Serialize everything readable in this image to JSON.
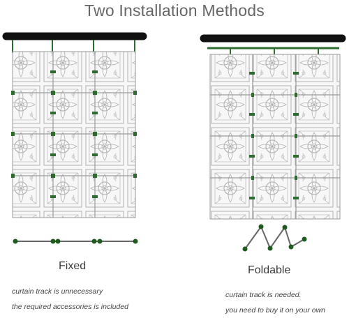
{
  "title": "Two Installation Methods",
  "methods": [
    {
      "name": "Fixed",
      "notes": [
        "curtain track is unnecessary",
        "the required accessories is included"
      ]
    },
    {
      "name": "Foldable",
      "notes": [
        "curtain track is needed.",
        "you need to buy it on your own"
      ]
    }
  ],
  "colors": {
    "rod": "#111111",
    "connector": "#2e6b2e",
    "panel_line": "#9a9a9a",
    "panel_bg": "#f7f7f7"
  }
}
